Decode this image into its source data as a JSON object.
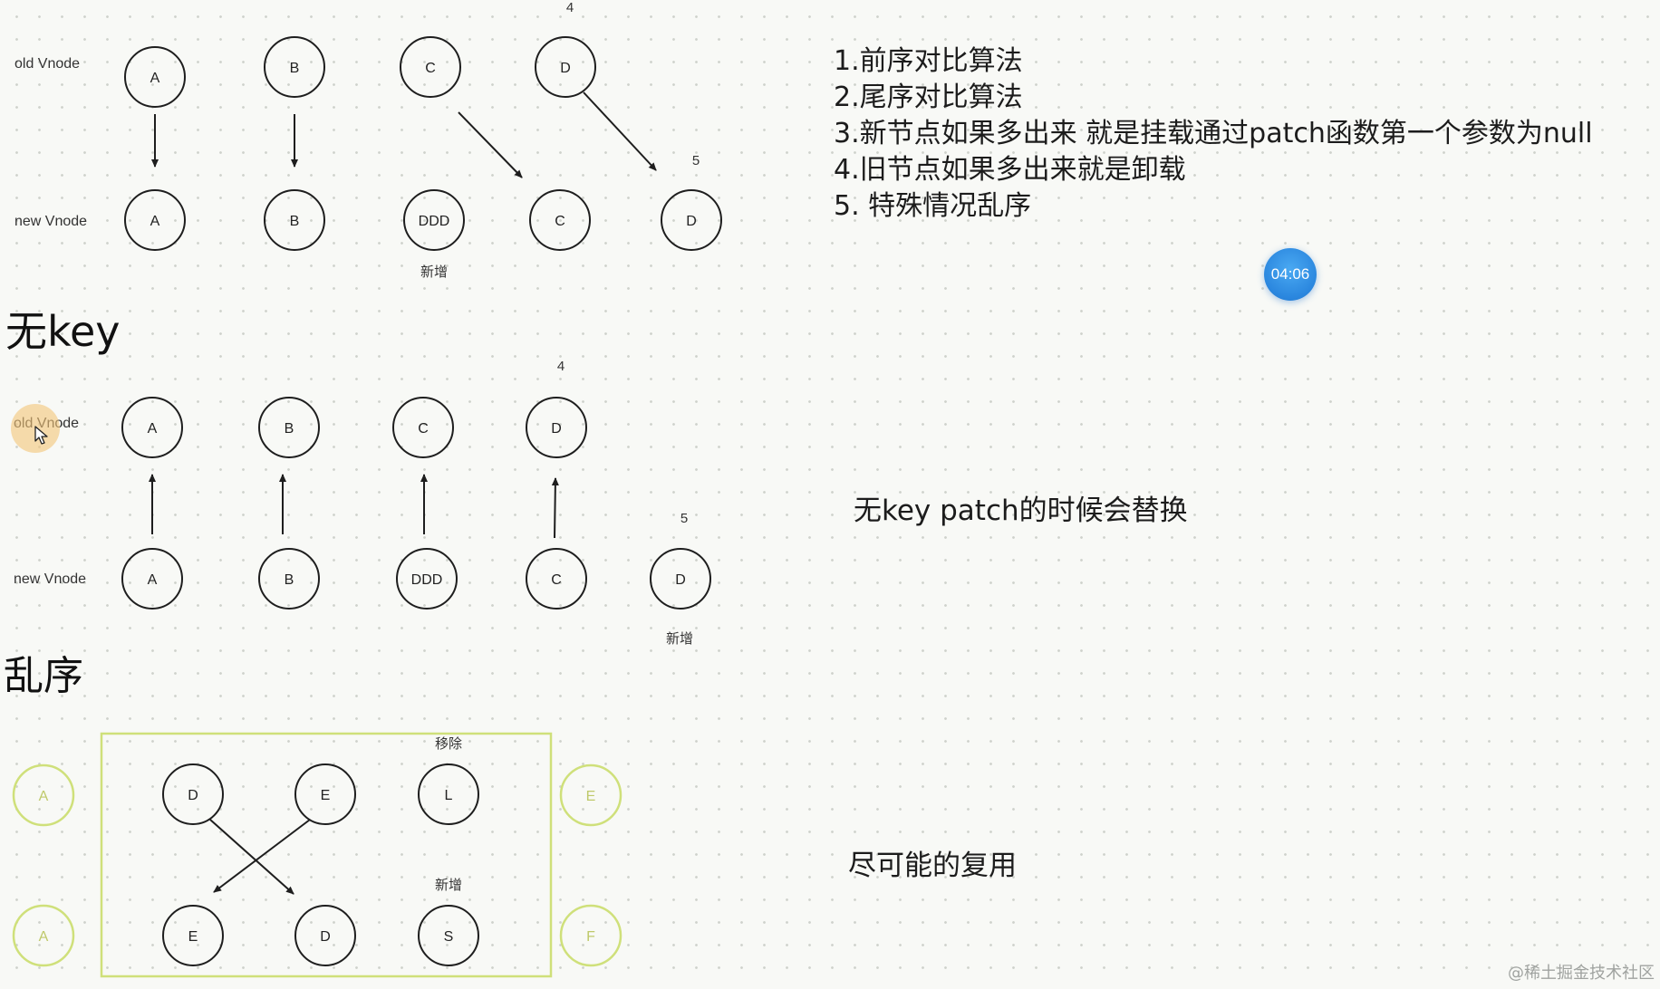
{
  "steps": [
    "1.前序对比算法",
    "2.尾序对比算法",
    "3.新节点如果多出来 就是挂载通过patch函数第一个参数为null",
    "4.旧节点如果多出来就是卸载",
    "5. 特殊情况乱序"
  ],
  "headings": {
    "no_key": "无key",
    "disorder": "乱序"
  },
  "notes": {
    "replace": "无key patch的时候会替换",
    "reuse": "尽可能的复用"
  },
  "timer": "04:06",
  "watermark": "@稀土掘金技术社区",
  "diagram": {
    "section1": {
      "old_label": "old Vnode",
      "new_label": "new Vnode",
      "index_top": "4",
      "index_right": "5",
      "added_label": "新增",
      "old_nodes": [
        "A",
        "B",
        "C",
        "D"
      ],
      "new_nodes": [
        "A",
        "B",
        "DDD",
        "C",
        "D"
      ]
    },
    "section2": {
      "old_label": "old Vnode",
      "new_label": "new Vnode",
      "index_top": "4",
      "index_right": "5",
      "added_label": "新增",
      "old_nodes": [
        "A",
        "B",
        "C",
        "D"
      ],
      "new_nodes": [
        "A",
        "B",
        "DDD",
        "C",
        "D"
      ]
    },
    "section3": {
      "removed_label": "移除",
      "added_label": "新增",
      "outer_left": [
        "A",
        "A"
      ],
      "outer_right": [
        "E",
        "F"
      ],
      "top_row": [
        "D",
        "E",
        "L"
      ],
      "bottom_row": [
        "E",
        "D",
        "S"
      ]
    }
  },
  "colors": {
    "stroke": "#1e1e1e",
    "highlight": "#cfe07a",
    "timer": "#2a86de"
  }
}
